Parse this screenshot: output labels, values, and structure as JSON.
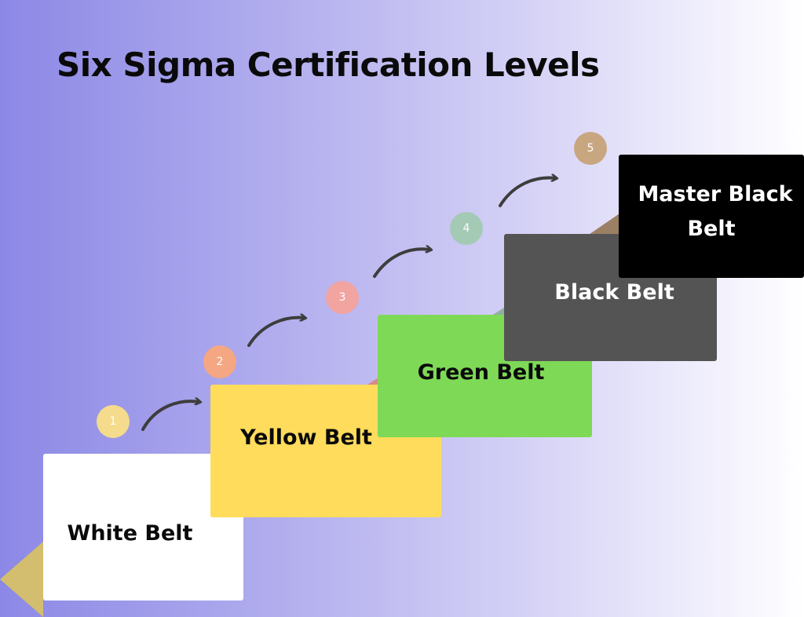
{
  "title": "Six Sigma Certification Levels",
  "colors": {
    "background_start": "#8c88e6",
    "background_end": "#ffffff",
    "arrow": "#3d3d3d"
  },
  "levels": [
    {
      "step": "1",
      "label": "White Belt",
      "box_color": "#ffffff",
      "text_color": "#0a0a0a",
      "marker_color": "#d2be6e",
      "circle_color": "#f4dc8c"
    },
    {
      "step": "2",
      "label": "Yellow Belt",
      "box_color": "#ffdc5b",
      "text_color": "#0a0a0a",
      "marker_color": "#e09a72",
      "circle_color": "#f4a782"
    },
    {
      "step": "3",
      "label": "Green Belt",
      "box_color": "#7ed957",
      "text_color": "#0a0a0a",
      "marker_color": "#d98a87",
      "circle_color": "#f1a4a0"
    },
    {
      "step": "4",
      "label": "Black Belt",
      "box_color": "#545454",
      "text_color": "#ffffff",
      "marker_color": "#90b0a0",
      "circle_color": "#a4cab5"
    },
    {
      "step": "5",
      "label": "Master Black Belt",
      "label_line1": "Master Black",
      "label_line2": "Belt",
      "box_color": "#000000",
      "text_color": "#ffffff",
      "marker_color": "#9b8065",
      "circle_color": "#c8a680"
    }
  ]
}
